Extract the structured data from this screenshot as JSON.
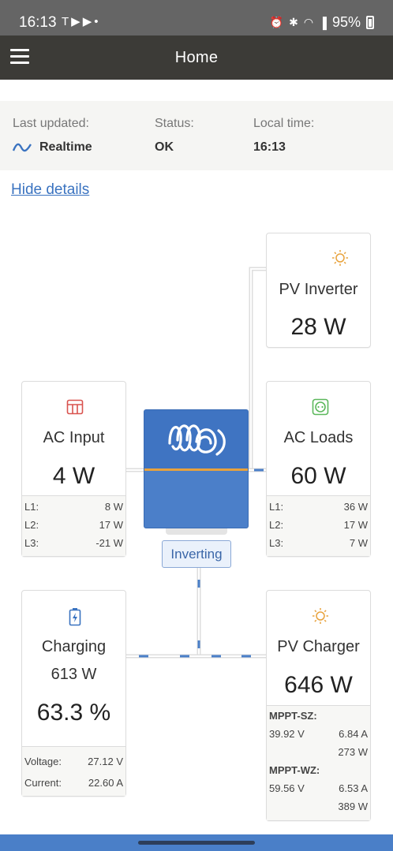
{
  "status_bar": {
    "time": "16:13",
    "left_icons": [
      "tesla-icon",
      "youtube-icon",
      "youtube-icon",
      "dot-icon"
    ],
    "right_icons": [
      "alarm-icon",
      "bluetooth-icon",
      "wifi-icon",
      "signal-icon"
    ],
    "battery": "95%"
  },
  "app_bar": {
    "title": "Home",
    "menu_icon": "hamburger-menu-icon"
  },
  "info": {
    "last_updated_label": "Last updated:",
    "last_updated_value": "Realtime",
    "status_label": "Status:",
    "status_value": "OK",
    "local_time_label": "Local time:",
    "local_time_value": "16:13"
  },
  "hide_details": "Hide details",
  "cards": {
    "pv_inverter": {
      "icon": "sun-icon",
      "title": "PV Inverter",
      "value": "28 W"
    },
    "ac_input": {
      "icon": "grid-input-icon",
      "title": "AC Input",
      "value": "4 W",
      "details": [
        {
          "label": "L1:",
          "value": "8 W"
        },
        {
          "label": "L2:",
          "value": "17 W"
        },
        {
          "label": "L3:",
          "value": "-21 W"
        }
      ]
    },
    "ac_loads": {
      "icon": "socket-icon",
      "title": "AC Loads",
      "value": "60 W",
      "details": [
        {
          "label": "L1:",
          "value": "36 W"
        },
        {
          "label": "L2:",
          "value": "17 W"
        },
        {
          "label": "L3:",
          "value": "7 W"
        }
      ]
    },
    "battery": {
      "icon": "battery-charging-icon",
      "title": "Charging",
      "power": "613 W",
      "value": "63.3 %",
      "details": [
        {
          "label": "Voltage:",
          "value": "27.12 V"
        },
        {
          "label": "Current:",
          "value": "22.60 A"
        }
      ]
    },
    "pv_charger": {
      "icon": "sun-icon",
      "title": "PV Charger",
      "value": "646 W",
      "chargers": [
        {
          "name": "MPPT-SZ:",
          "voltage": "39.92 V",
          "current": "6.84 A",
          "power": "273 W"
        },
        {
          "name": "MPPT-WZ:",
          "voltage": "59.56 V",
          "current": "6.53 A",
          "power": "389 W"
        }
      ]
    }
  },
  "inverter": {
    "logo": "victron-logo",
    "state": "Inverting"
  },
  "colors": {
    "accent_blue": "#4b7fc9",
    "link_blue": "#3a73c0",
    "flow_blue": "#4a7fc8",
    "orange_icon": "#e8a23c",
    "red_icon": "#d9534f",
    "green_icon": "#5cb85c",
    "battery_icon": "#3a73c0"
  }
}
